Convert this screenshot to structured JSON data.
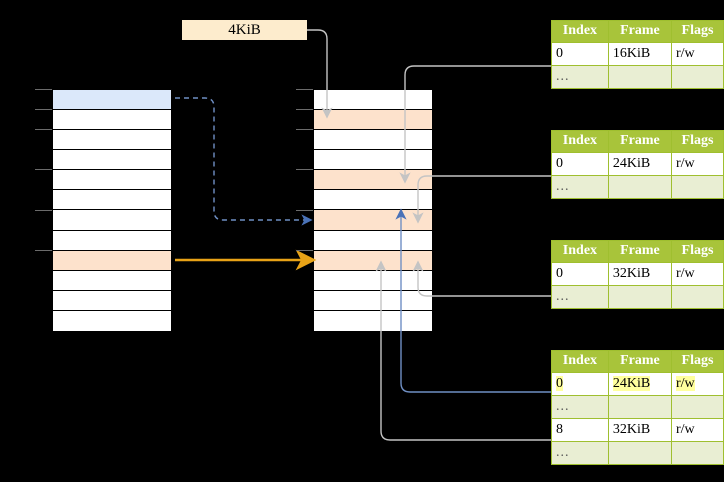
{
  "diagram": {
    "title_label": "4KiB",
    "colors": {
      "header_green": "#a8c43a",
      "table_border_green": "#9fbf2f",
      "ellipsis_row": "#e9eed3",
      "highlight_yellow": "#ffff9e",
      "peach_row": "#fde2cc",
      "blue_row": "#dbe8fa",
      "blue_arrow": "#4a72b8",
      "orange_arrow": "#e8a317",
      "gray_wire": "#bcbcbc",
      "background": "#000000"
    }
  },
  "size_label": {
    "text": "4KiB"
  },
  "left_column": {
    "name": "virtual-address-space",
    "row_count": 12,
    "rows": [
      {
        "index": 0,
        "fill": "blue"
      },
      {
        "index": 1,
        "fill": "white"
      },
      {
        "index": 2,
        "fill": "white"
      },
      {
        "index": 3,
        "fill": "white"
      },
      {
        "index": 4,
        "fill": "white"
      },
      {
        "index": 5,
        "fill": "white"
      },
      {
        "index": 6,
        "fill": "white"
      },
      {
        "index": 7,
        "fill": "white"
      },
      {
        "index": 8,
        "fill": "peach"
      },
      {
        "index": 9,
        "fill": "white"
      },
      {
        "index": 10,
        "fill": "white"
      },
      {
        "index": 11,
        "fill": "white"
      }
    ]
  },
  "middle_column": {
    "name": "physical-memory",
    "row_count": 12,
    "rows": [
      {
        "index": 0,
        "fill": "white"
      },
      {
        "index": 1,
        "fill": "peach"
      },
      {
        "index": 2,
        "fill": "white"
      },
      {
        "index": 3,
        "fill": "white"
      },
      {
        "index": 4,
        "fill": "peach"
      },
      {
        "index": 5,
        "fill": "white"
      },
      {
        "index": 6,
        "fill": "peach"
      },
      {
        "index": 7,
        "fill": "white"
      },
      {
        "index": 8,
        "fill": "peach"
      },
      {
        "index": 9,
        "fill": "white"
      },
      {
        "index": 10,
        "fill": "white"
      },
      {
        "index": 11,
        "fill": "white"
      }
    ]
  },
  "page_tables": [
    {
      "name": "page-table-1",
      "headers": [
        "Index",
        "Frame",
        "Flags"
      ],
      "rows": [
        {
          "kind": "data",
          "cells": [
            "0",
            "16KiB",
            "r/w"
          ],
          "highlight": [
            false,
            false,
            false
          ]
        },
        {
          "kind": "ellipsis",
          "cells": [
            "...",
            "",
            ""
          ],
          "highlight": [
            false,
            false,
            false
          ]
        }
      ]
    },
    {
      "name": "page-table-2",
      "headers": [
        "Index",
        "Frame",
        "Flags"
      ],
      "rows": [
        {
          "kind": "data",
          "cells": [
            "0",
            "24KiB",
            "r/w"
          ],
          "highlight": [
            false,
            false,
            false
          ]
        },
        {
          "kind": "ellipsis",
          "cells": [
            "...",
            "",
            ""
          ],
          "highlight": [
            false,
            false,
            false
          ]
        }
      ]
    },
    {
      "name": "page-table-3",
      "headers": [
        "Index",
        "Frame",
        "Flags"
      ],
      "rows": [
        {
          "kind": "data",
          "cells": [
            "0",
            "32KiB",
            "r/w"
          ],
          "highlight": [
            false,
            false,
            false
          ]
        },
        {
          "kind": "ellipsis",
          "cells": [
            "...",
            "",
            ""
          ],
          "highlight": [
            false,
            false,
            false
          ]
        }
      ]
    },
    {
      "name": "page-table-4",
      "headers": [
        "Index",
        "Frame",
        "Flags"
      ],
      "rows": [
        {
          "kind": "data",
          "cells": [
            "0",
            "24KiB",
            "r/w"
          ],
          "highlight": [
            true,
            true,
            true
          ]
        },
        {
          "kind": "ellipsis",
          "cells": [
            "...",
            "",
            ""
          ],
          "highlight": [
            false,
            false,
            false
          ]
        },
        {
          "kind": "data",
          "cells": [
            "8",
            "32KiB",
            "r/w"
          ],
          "highlight": [
            false,
            false,
            false
          ]
        },
        {
          "kind": "ellipsis",
          "cells": [
            "...",
            "",
            ""
          ],
          "highlight": [
            false,
            false,
            false
          ]
        }
      ]
    }
  ]
}
